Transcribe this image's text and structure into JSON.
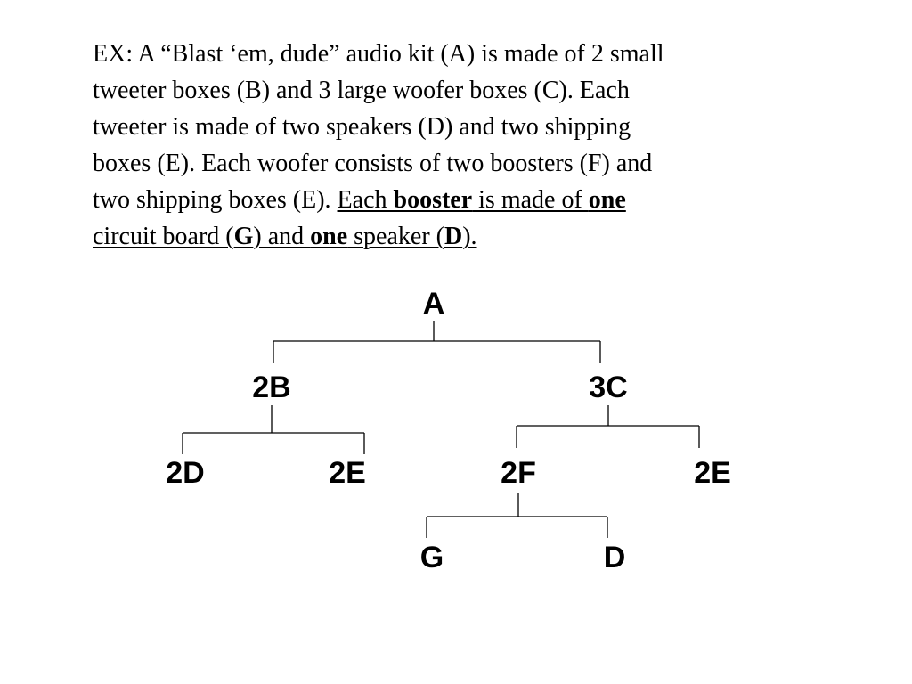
{
  "paragraph": {
    "l1": "EX:  A “Blast ‘em, dude” audio kit (A) is made of 2 small",
    "l2": "tweeter boxes (B) and 3 large woofer boxes (C).  Each",
    "l3": "tweeter is made of two speakers (D) and two shipping",
    "l4": "boxes (E).  Each woofer consists of two boosters (F) and",
    "l5_plain": "two shipping boxes (E). ",
    "l5_u1": "Each ",
    "l5_b1": "booster",
    "l5_u2": " is made of ",
    "l5_b2": "one",
    "l6_u1": "circuit board (",
    "l6_b1": "G",
    "l6_u2": ") and ",
    "l6_b2": "one",
    "l6_u3": " speaker (",
    "l6_b3": "D",
    "l6_u4": ")."
  },
  "tree": {
    "nodes": [
      {
        "id": "A",
        "label": "A"
      },
      {
        "id": "B",
        "label": "2B"
      },
      {
        "id": "C",
        "label": "3C"
      },
      {
        "id": "D1",
        "label": "2D"
      },
      {
        "id": "E1",
        "label": "2E"
      },
      {
        "id": "F",
        "label": "2F"
      },
      {
        "id": "E2",
        "label": "2E"
      },
      {
        "id": "G",
        "label": "G"
      },
      {
        "id": "D2",
        "label": "D"
      }
    ],
    "edges": [
      {
        "parent": "A",
        "children": [
          "B",
          "C"
        ]
      },
      {
        "parent": "B",
        "children": [
          "D1",
          "E1"
        ]
      },
      {
        "parent": "C",
        "children": [
          "F",
          "E2"
        ]
      },
      {
        "parent": "F",
        "children": [
          "G",
          "D2"
        ]
      }
    ]
  }
}
